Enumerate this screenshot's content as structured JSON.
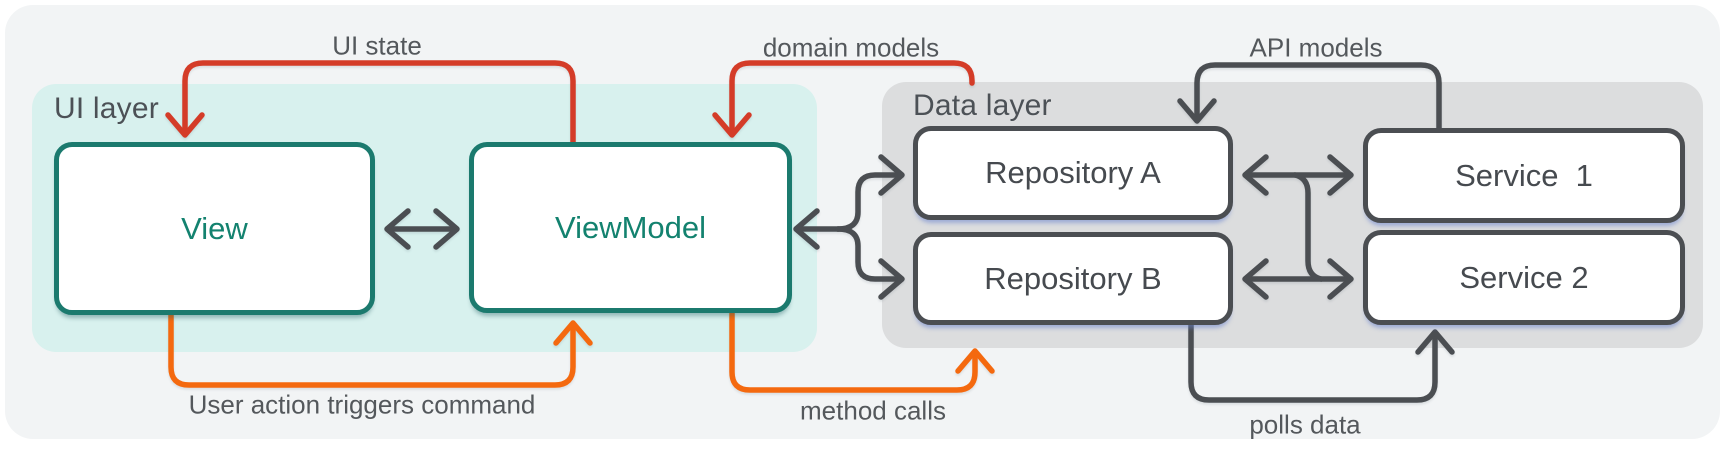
{
  "regions": {
    "ui": {
      "label": "UI layer",
      "bg": "#d8f1ee"
    },
    "data": {
      "label": "Data layer",
      "bg": "#dcddde"
    }
  },
  "nodes": {
    "view": {
      "label": "View"
    },
    "viewmodel": {
      "label": "ViewModel"
    },
    "repo_a": {
      "label": "Repository A"
    },
    "repo_b": {
      "label": "Repository B"
    },
    "service_1": {
      "label": "Service  1"
    },
    "service_2": {
      "label": "Service 2"
    }
  },
  "arrows": {
    "ui_state": {
      "label": "UI state",
      "color": "#d43c28",
      "from": "ViewModel",
      "to": "View"
    },
    "domain_models": {
      "label": "domain models",
      "color": "#d43c28",
      "from": "Data layer",
      "to": "ViewModel"
    },
    "api_models": {
      "label": "API models",
      "color": "#4b4e52",
      "from": "Service 1",
      "to": "Repository A"
    },
    "user_action": {
      "label": "User action triggers command",
      "color": "#f4690f",
      "from": "View",
      "to": "ViewModel"
    },
    "method_calls": {
      "label": "method calls",
      "color": "#f4690f",
      "from": "ViewModel",
      "to": "Repository B"
    },
    "polls_data": {
      "label": "polls data",
      "color": "#4b4e52",
      "from": "Repository B",
      "to": "Service 2"
    }
  },
  "colors": {
    "red": "#d43c28",
    "orange": "#f4690f",
    "dark": "#4b4e52",
    "teal_border": "#1b7a6e",
    "teal_text": "#13826f",
    "ui_region_bg": "#d8f1ee",
    "data_region_bg": "#dcddde",
    "canvas_bg": "#f2f4f5"
  }
}
